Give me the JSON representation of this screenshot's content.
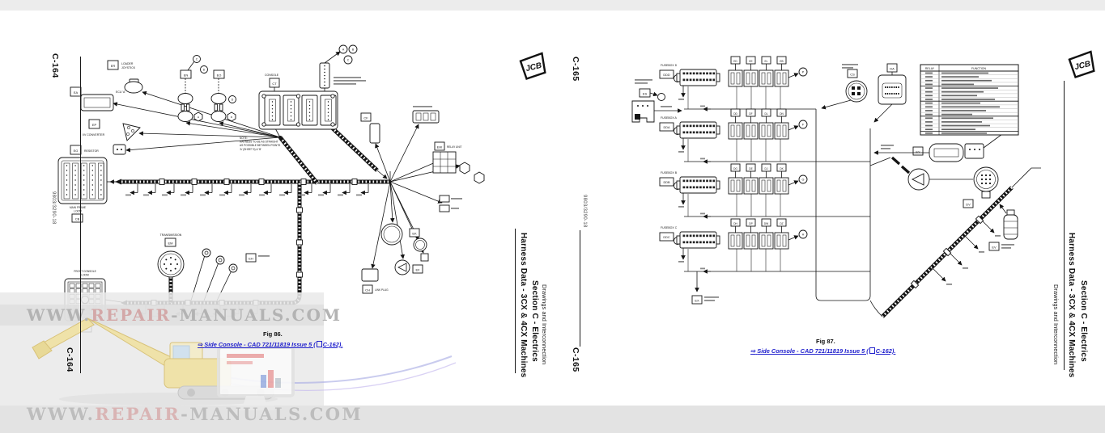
{
  "watermark": {
    "www": "WWW.",
    "repair": "REPAIR",
    "rest": "-MANUALS.COM"
  },
  "left_margin": {
    "page_number_top": "C-164",
    "doc_number": "9803/3290-18",
    "page_number_bottom": "C-164"
  },
  "center_margin": {
    "logo": "JCB",
    "section_title": "Section C - Electrics",
    "subtitle": "Harness Data - 3CX & 4CX Machines",
    "footer": "Drawings and Interconnection",
    "page_number_top": "C-165",
    "doc_number": "9803/3290-18",
    "page_number_bottom": "C-165"
  },
  "right_margin": {
    "logo": "JCB",
    "section_title": "Section C - Electrics",
    "subtitle": "Harness Data - 3CX & 4CX Machines",
    "footer": "Drawings and Interconnection"
  },
  "left_page": {
    "fig_caption": "Fig 86.",
    "link_arrow": "⇨",
    "link_text": "Side Console - CAD 721/11819 Issue 5 (",
    "link_ref": "C-162)."
  },
  "right_page": {
    "fig_caption": "Fig 87.",
    "link_arrow": "⇨",
    "link_text": "Side Console - CAD 721/11819 Issue 5 (",
    "link_ref": "C-162)."
  },
  "left_diagram": {
    "labels": {
      "er_code": "ER",
      "er_line1": "LOADER",
      "er_line2": "JOYSTICK",
      "ea_code": "EA",
      "ea_text": "ECU 'A'",
      "ep_code": "EP",
      "ep_text": "I/V CONVERTER",
      "eg_code": "EG",
      "eg_text": "RESISTOR",
      "en_code": "EN",
      "eo_code": "EO",
      "circle1": "C",
      "circle2": "D",
      "circle3": "D",
      "hex1": "H",
      "hex2": "D",
      "sc1": "A",
      "sc2": "B",
      "sc3": "C",
      "ct_code": "CT",
      "ct_text": "CONSOLE",
      "cf_code": "CF",
      "ek_code": "EK",
      "ef_code": "EF",
      "ch_code": "CH",
      "ch_text": "LINK PLUG",
      "ew_code": "EW",
      "ew_text": "RELAY UNIT",
      "em_code": "EM",
      "em_text": "TRANSMISSION",
      "eh_code": "EH",
      "ca_code": "CA",
      "ca_line1": "FRONT CONSOLE",
      "ca_line2": "LOOM",
      "cb_code": "CB",
      "cb_line1": "MAIN FRAME",
      "cb_line2": "LOOM",
      "note_line1": "NOTE:",
      "note_line2": "HARNESS TO BE AS STRAIGHT",
      "note_line3": "AS POSSIBLE BETWEEN POINTS",
      "note_line4": "'A' (SHEET 5) & 'B'"
    }
  },
  "right_diagram": {
    "fuseboxes": [
      {
        "name": "FUSEBOX D",
        "code": "DDD",
        "letter": "D",
        "circle": "P",
        "relays": [
          "ED",
          "EE",
          "EL",
          "EB"
        ]
      },
      {
        "name": "FUSEBOX A",
        "code": "DDA",
        "letter": "A",
        "circle": "F",
        "relays": [
          "DD",
          "DF",
          "DL",
          "DN"
        ]
      },
      {
        "name": "FUSEBOX B",
        "code": "DDB",
        "letter": "B",
        "circle": "G",
        "relays": [
          "DG",
          "DE",
          "DJ",
          "DK"
        ]
      },
      {
        "name": "FUSEBOX C",
        "code": "DDC",
        "letter": "C",
        "circle": "H",
        "relays": [
          "DH",
          "DP",
          "DW",
          "DZ"
        ]
      }
    ],
    "table": {
      "header_col1": "RELAY",
      "header_col2": "FUNCTION",
      "row_count": 17
    },
    "labels": {
      "es_code": "ES",
      "cs_code": "CS",
      "da_code": "DA",
      "ey_code": "EY",
      "dv_code": "DV",
      "ev_code": "EV",
      "ex_code": "EX"
    }
  }
}
